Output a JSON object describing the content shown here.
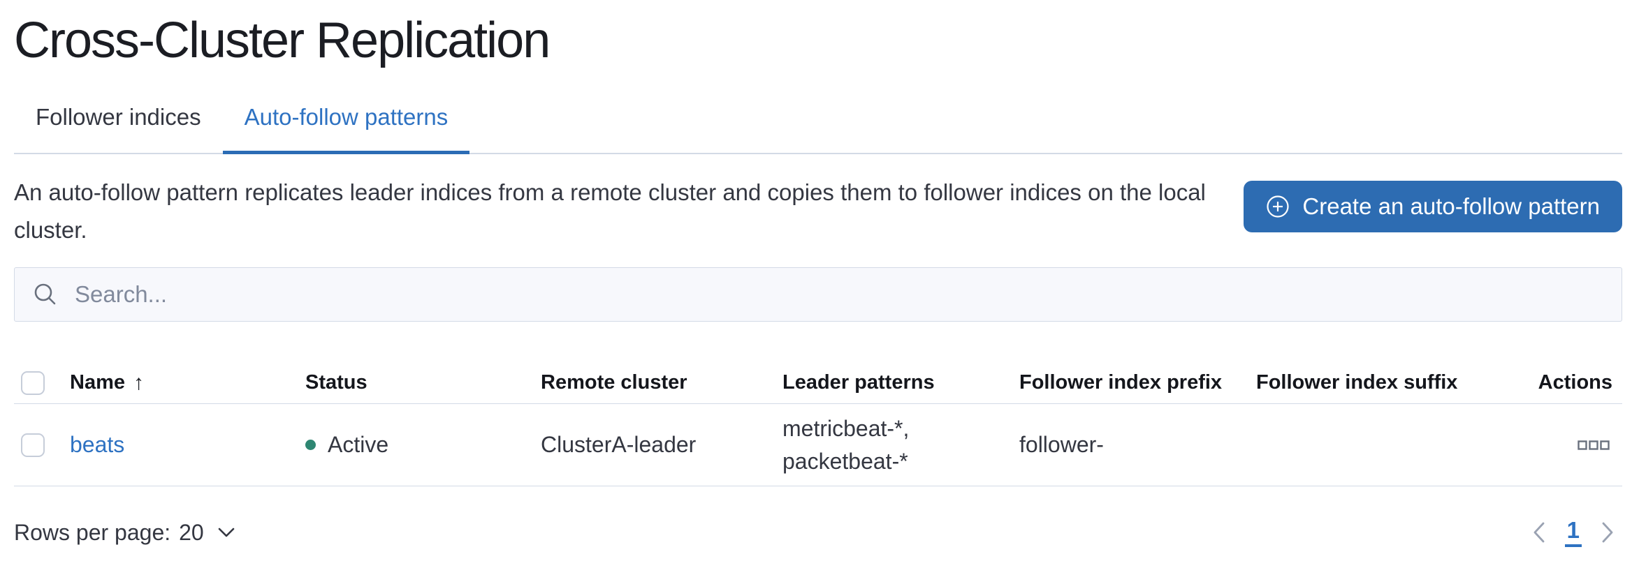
{
  "page": {
    "title": "Cross-Cluster Replication"
  },
  "tabs": {
    "items": [
      {
        "label": "Follower indices",
        "active": false
      },
      {
        "label": "Auto-follow patterns",
        "active": true
      }
    ]
  },
  "intro": {
    "description": "An auto-follow pattern replicates leader indices from a remote cluster and copies them to follower indices on the local cluster."
  },
  "toolbar": {
    "create_button_label": "Create an auto-follow pattern",
    "create_button_icon": "plus-in-circle-icon"
  },
  "search": {
    "placeholder": "Search...",
    "icon": "search-icon",
    "value": ""
  },
  "table": {
    "headers": {
      "name": "Name",
      "status": "Status",
      "remote_cluster": "Remote cluster",
      "leader_patterns": "Leader patterns",
      "follower_index_prefix": "Follower index prefix",
      "follower_index_suffix": "Follower index suffix",
      "actions": "Actions"
    },
    "sort": {
      "column": "Name",
      "direction": "ascending",
      "arrow_glyph": "↑"
    },
    "rows": [
      {
        "name": "beats",
        "status": "Active",
        "remote_cluster": "ClusterA-leader",
        "leader_patterns_line1": "metricbeat-*,",
        "leader_patterns_line2": "packetbeat-*",
        "follower_index_prefix": "follower-",
        "follower_index_suffix": "",
        "actions_icon": "boxes-horizontal-icon"
      }
    ]
  },
  "footer": {
    "rows_per_page_label": "Rows per page:",
    "rows_per_page_value": "20",
    "pagination": {
      "current_page": "1"
    }
  },
  "colors": {
    "accent_blue": "#2e72c2",
    "button_blue": "#2d6cb2",
    "tab_underline_blue": "#2b6cb5",
    "status_active_green": "#2e8672",
    "divider_gray": "#d3dae6",
    "search_background": "#f7f8fc",
    "text_dark": "#343741"
  }
}
